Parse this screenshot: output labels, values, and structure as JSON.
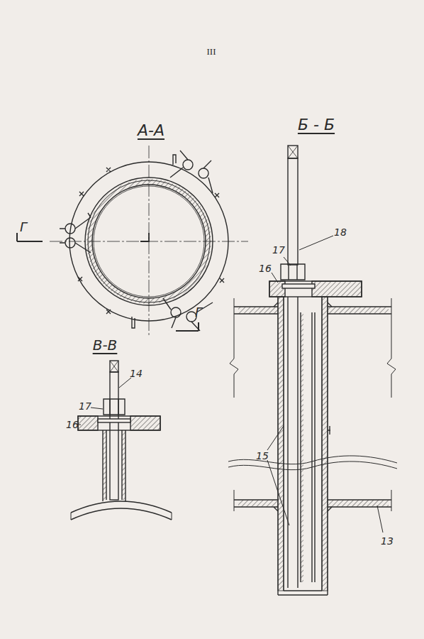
{
  "diagram": {
    "labels": [
      "III",
      "А-А",
      "Б - Б",
      "Г",
      "Г",
      "В-В",
      "17",
      "18",
      "16",
      "15",
      "13",
      "17",
      "16",
      "14"
    ]
  }
}
